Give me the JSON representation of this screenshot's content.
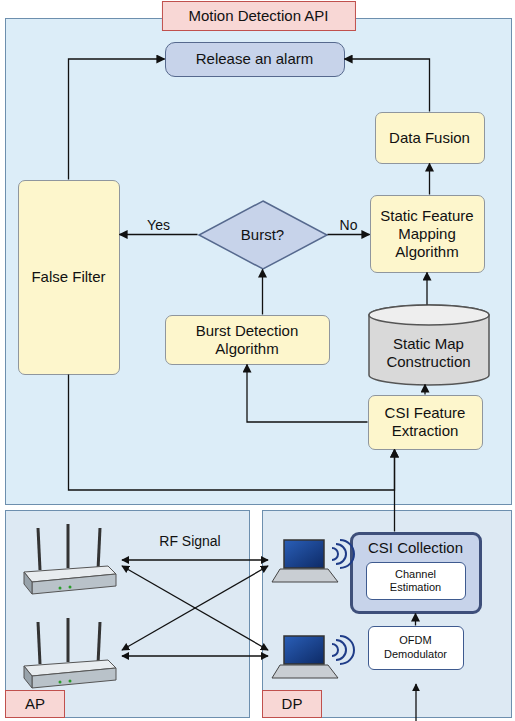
{
  "diagram": {
    "nodes": [
      {
        "text": [
          "Motion Detection API"
        ]
      },
      {
        "text": [
          "Release an alarm"
        ],
        "in": 0
      },
      {
        "text": [
          "Data Fusion"
        ],
        "in": 0
      },
      {
        "text": [
          "False Filter"
        ],
        "in": 0
      },
      {
        "text": [
          "Burst?"
        ],
        "in": 0
      },
      {
        "text": [
          "Static Feature Mapping Algorithm"
        ],
        "in": 0
      },
      {
        "text": [
          "Burst Detection Algorithm"
        ],
        "in": 0
      },
      {
        "text": [
          "Static Map Construction"
        ],
        "in": 0
      },
      {
        "text": [
          "CSI Feature Extraction"
        ],
        "in": 0
      },
      {
        "text": [
          "AP"
        ]
      },
      {
        "text": [
          "DP"
        ]
      },
      {
        "text": [
          "CSI Collection"
        ],
        "in": 10
      },
      {
        "text": [
          "Channel Estimation"
        ],
        "in": 11
      },
      {
        "text": [
          "OFDM Demodulator"
        ],
        "in": 10
      }
    ],
    "edges": [
      {
        "from": 2,
        "to": 1,
        "arrow": "to"
      },
      {
        "from": 3,
        "to": 1,
        "arrow": "to"
      },
      {
        "from": 4,
        "to": 3,
        "label": "Yes",
        "arrow": "to"
      },
      {
        "from": 4,
        "to": 5,
        "label": "No",
        "arrow": "to"
      },
      {
        "from": 6,
        "to": 4,
        "arrow": "to"
      },
      {
        "from": 7,
        "to": 5,
        "arrow": "to"
      },
      {
        "from": 5,
        "to": 2,
        "arrow": "to"
      },
      {
        "from": 8,
        "to": 7,
        "arrow": "to"
      },
      {
        "from": 8,
        "to": 6,
        "arrow": "to"
      },
      {
        "from": 3,
        "to": 8,
        "arrow": "to"
      },
      {
        "from": 11,
        "to": 8,
        "arrow": "to"
      },
      {
        "from": 13,
        "to": 11,
        "arrow": "to"
      }
    ],
    "labels": [
      "RF Signal"
    ]
  }
}
